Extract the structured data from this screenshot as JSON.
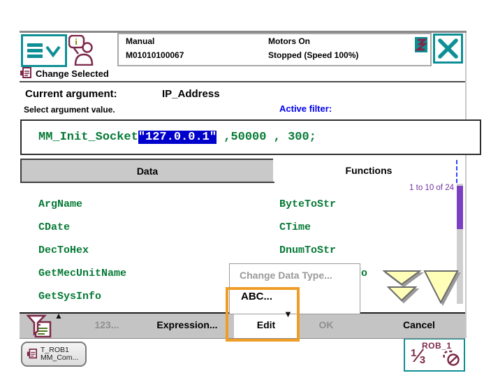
{
  "colors": {
    "teal_accent": "#0e8f96",
    "maroon_accent": "#7c2949",
    "code_green": "#067a36",
    "selection_blue": "#0000cc",
    "active_filter_blue": "#0000ee",
    "range_purple": "#7030a0",
    "scrollbar_purple": "#7b3fc4",
    "highlight_orange": "#f09d28",
    "arrow_yellow": "#ffffb8",
    "toolbar_gray": "#c4c4c4"
  },
  "statusbar": {
    "mode": "Manual",
    "controller_id": "M01010100067",
    "motors_state": "Motors On",
    "exec_state": "Stopped (Speed 100%)"
  },
  "header": {
    "title": "Change Selected"
  },
  "info": {
    "current_argument_label": "Current argument:",
    "current_argument_value": "IP_Address",
    "instruction": "Select argument value.",
    "active_filter_label": "Active filter:"
  },
  "code": {
    "prefix": "MM_Init_Socket",
    "selected": "\"127.0.0.1\"",
    "suffix": " ,50000 , 300;"
  },
  "tabs": {
    "data": "Data",
    "functions": "Functions"
  },
  "list": {
    "range_label": "1 to 10 of 24",
    "rows": [
      {
        "left": "ArgName",
        "right": "ByteToStr"
      },
      {
        "left": "CDate",
        "right": "CTime"
      },
      {
        "left": "DecToHex",
        "right": "DnumToStr"
      },
      {
        "left": "GetMecUnitName",
        "right": "GetServiceInfo"
      },
      {
        "left": "GetSysInfo",
        "right": ""
      }
    ]
  },
  "popup": {
    "change_data_type": "Change Data Type...",
    "abc": "ABC..."
  },
  "toolbar": {
    "filter_caret": "▲",
    "num_keyboard": "123...",
    "expression": "Expression...",
    "edit": "Edit",
    "edit_caret": "▼",
    "ok": "OK",
    "cancel": "Cancel"
  },
  "taskbar": {
    "task_line1": "T_ROB1",
    "task_line2": "MM_Com...",
    "quickset": {
      "robot": "ROB_1",
      "page_num": "1",
      "page_den": "3"
    }
  },
  "icons": {
    "menu": "hamburger-icon + chevron-down-icon",
    "operator": "operator-message-icon",
    "status_panel": "event-log-icon",
    "close": "close-icon",
    "change_selected": "program-data-icon",
    "filter": "filter-icon",
    "scroll_double_down": "double-down-icon",
    "scroll_down": "down-icon",
    "task": "task-module-icon",
    "quickset_speed": "speed-limit-icon"
  }
}
